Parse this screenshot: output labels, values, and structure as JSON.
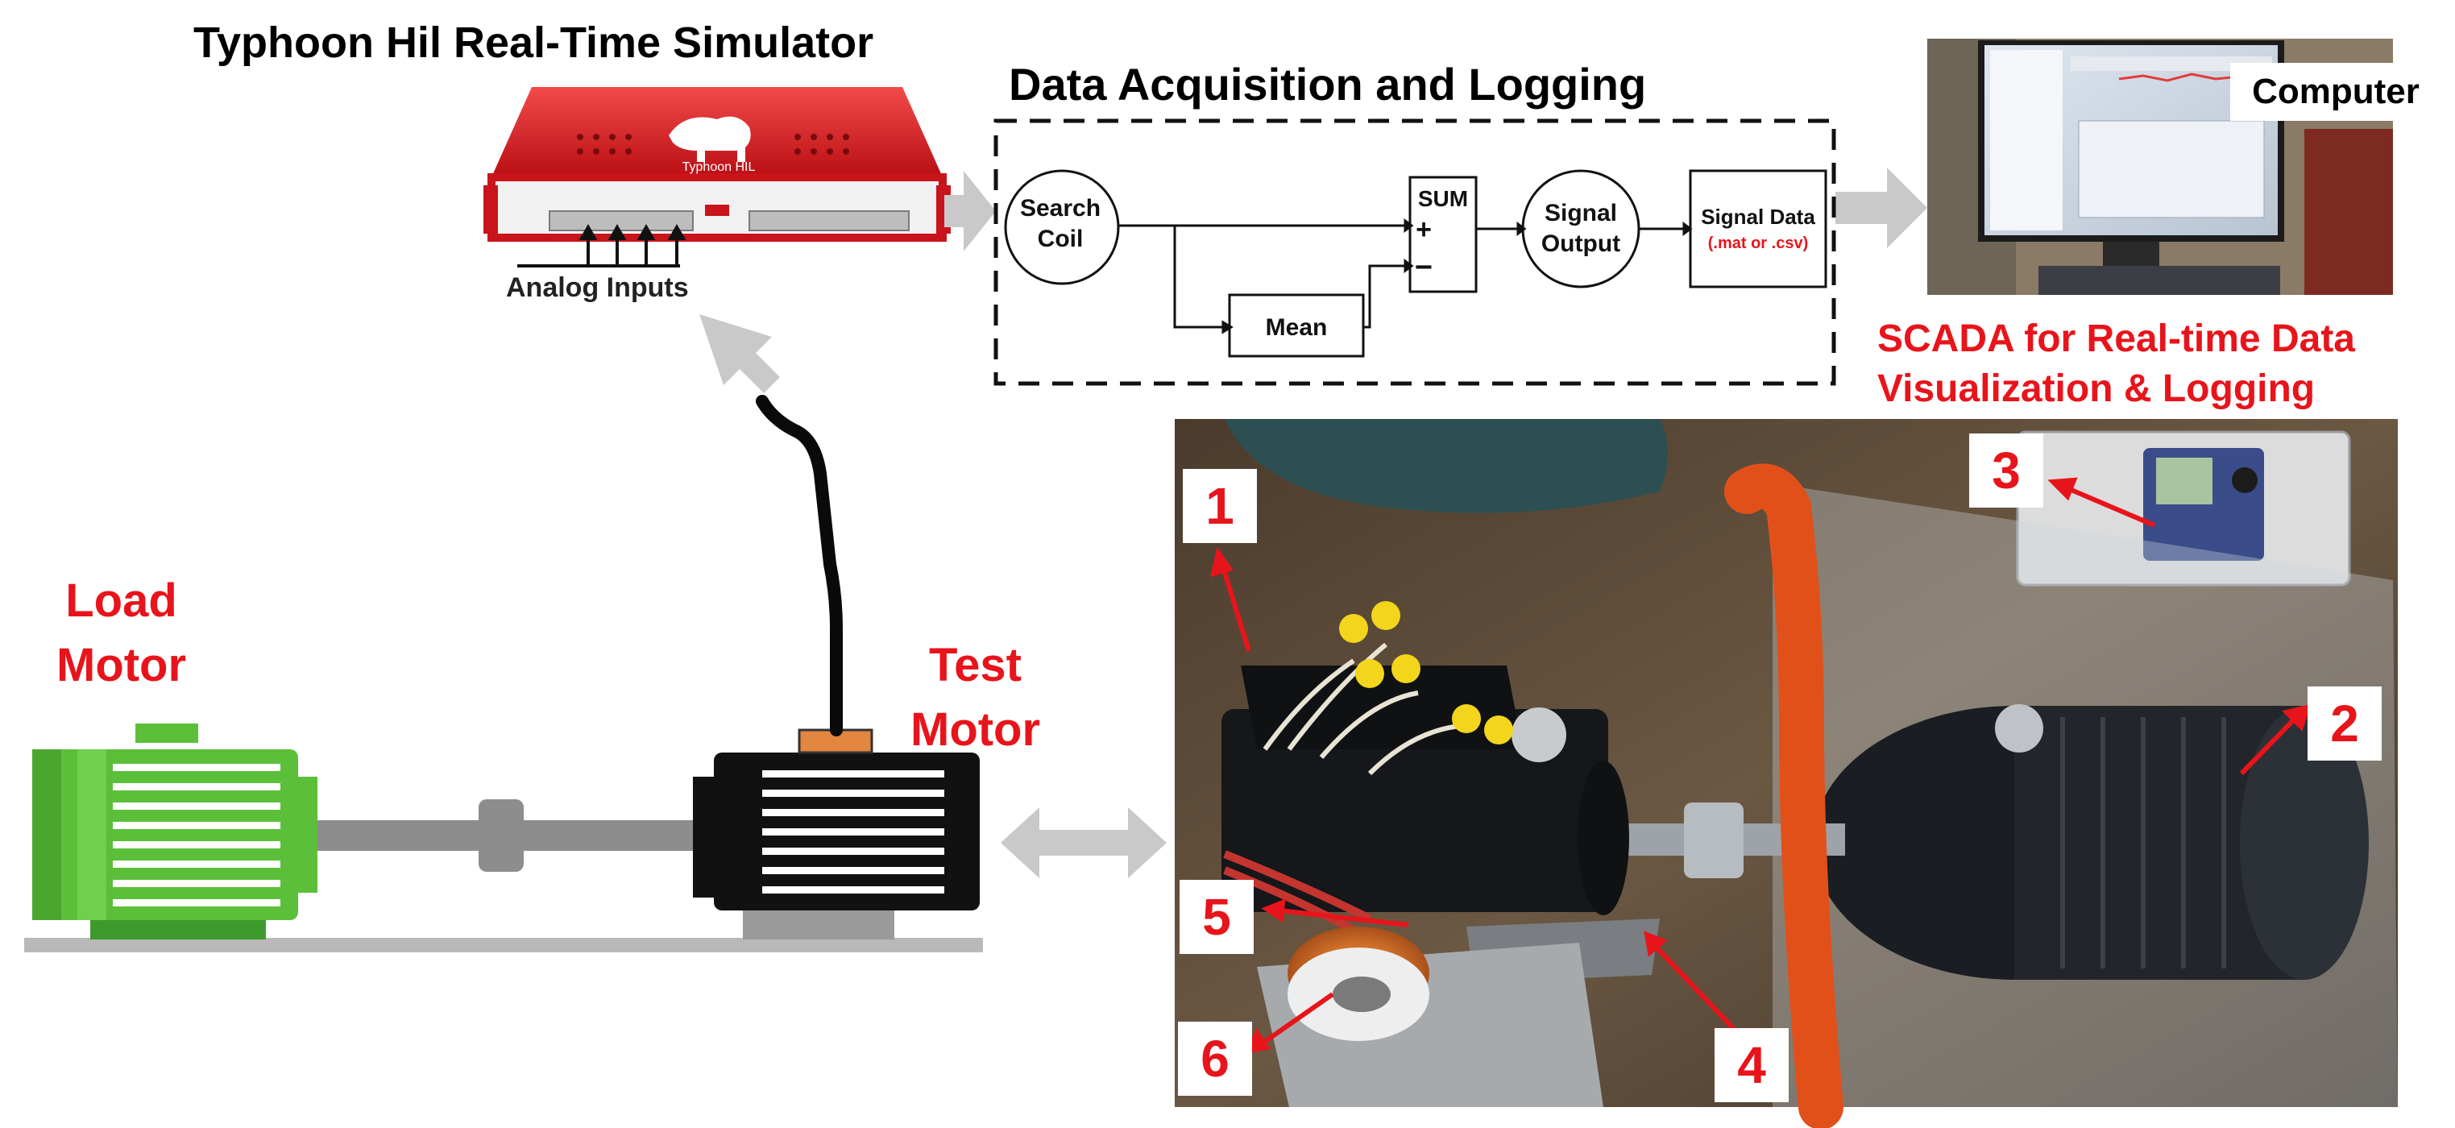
{
  "simulator": {
    "title": "Typhoon Hil Real-Time Simulator",
    "analog_inputs": "Analog Inputs",
    "brand": "Typhoon HIL"
  },
  "daq": {
    "title": "Data Acquisition and Logging",
    "search_coil": [
      "Search",
      "Coil"
    ],
    "sum": "SUM",
    "plus": "+",
    "minus": "−",
    "mean": "Mean",
    "signal_output": [
      "Signal",
      "Output"
    ],
    "signal_data": "Signal Data",
    "signal_data_formats": "(.mat or .csv)"
  },
  "computer": {
    "label": "Computer"
  },
  "scada": {
    "line1": "SCADA for Real-time Data",
    "line2": "Visualization & Logging"
  },
  "motors": {
    "load_line1": "Load",
    "load_line2": "Motor",
    "test_line1": "Test",
    "test_line2": "Motor"
  },
  "photo_markers": [
    "1",
    "2",
    "3",
    "4",
    "5",
    "6"
  ],
  "colors": {
    "accent_red": "#e8141b",
    "load_motor_green": "#5cbf3a",
    "arrow_gray": "#c9c9c9",
    "coil_orange": "#e2501a"
  }
}
